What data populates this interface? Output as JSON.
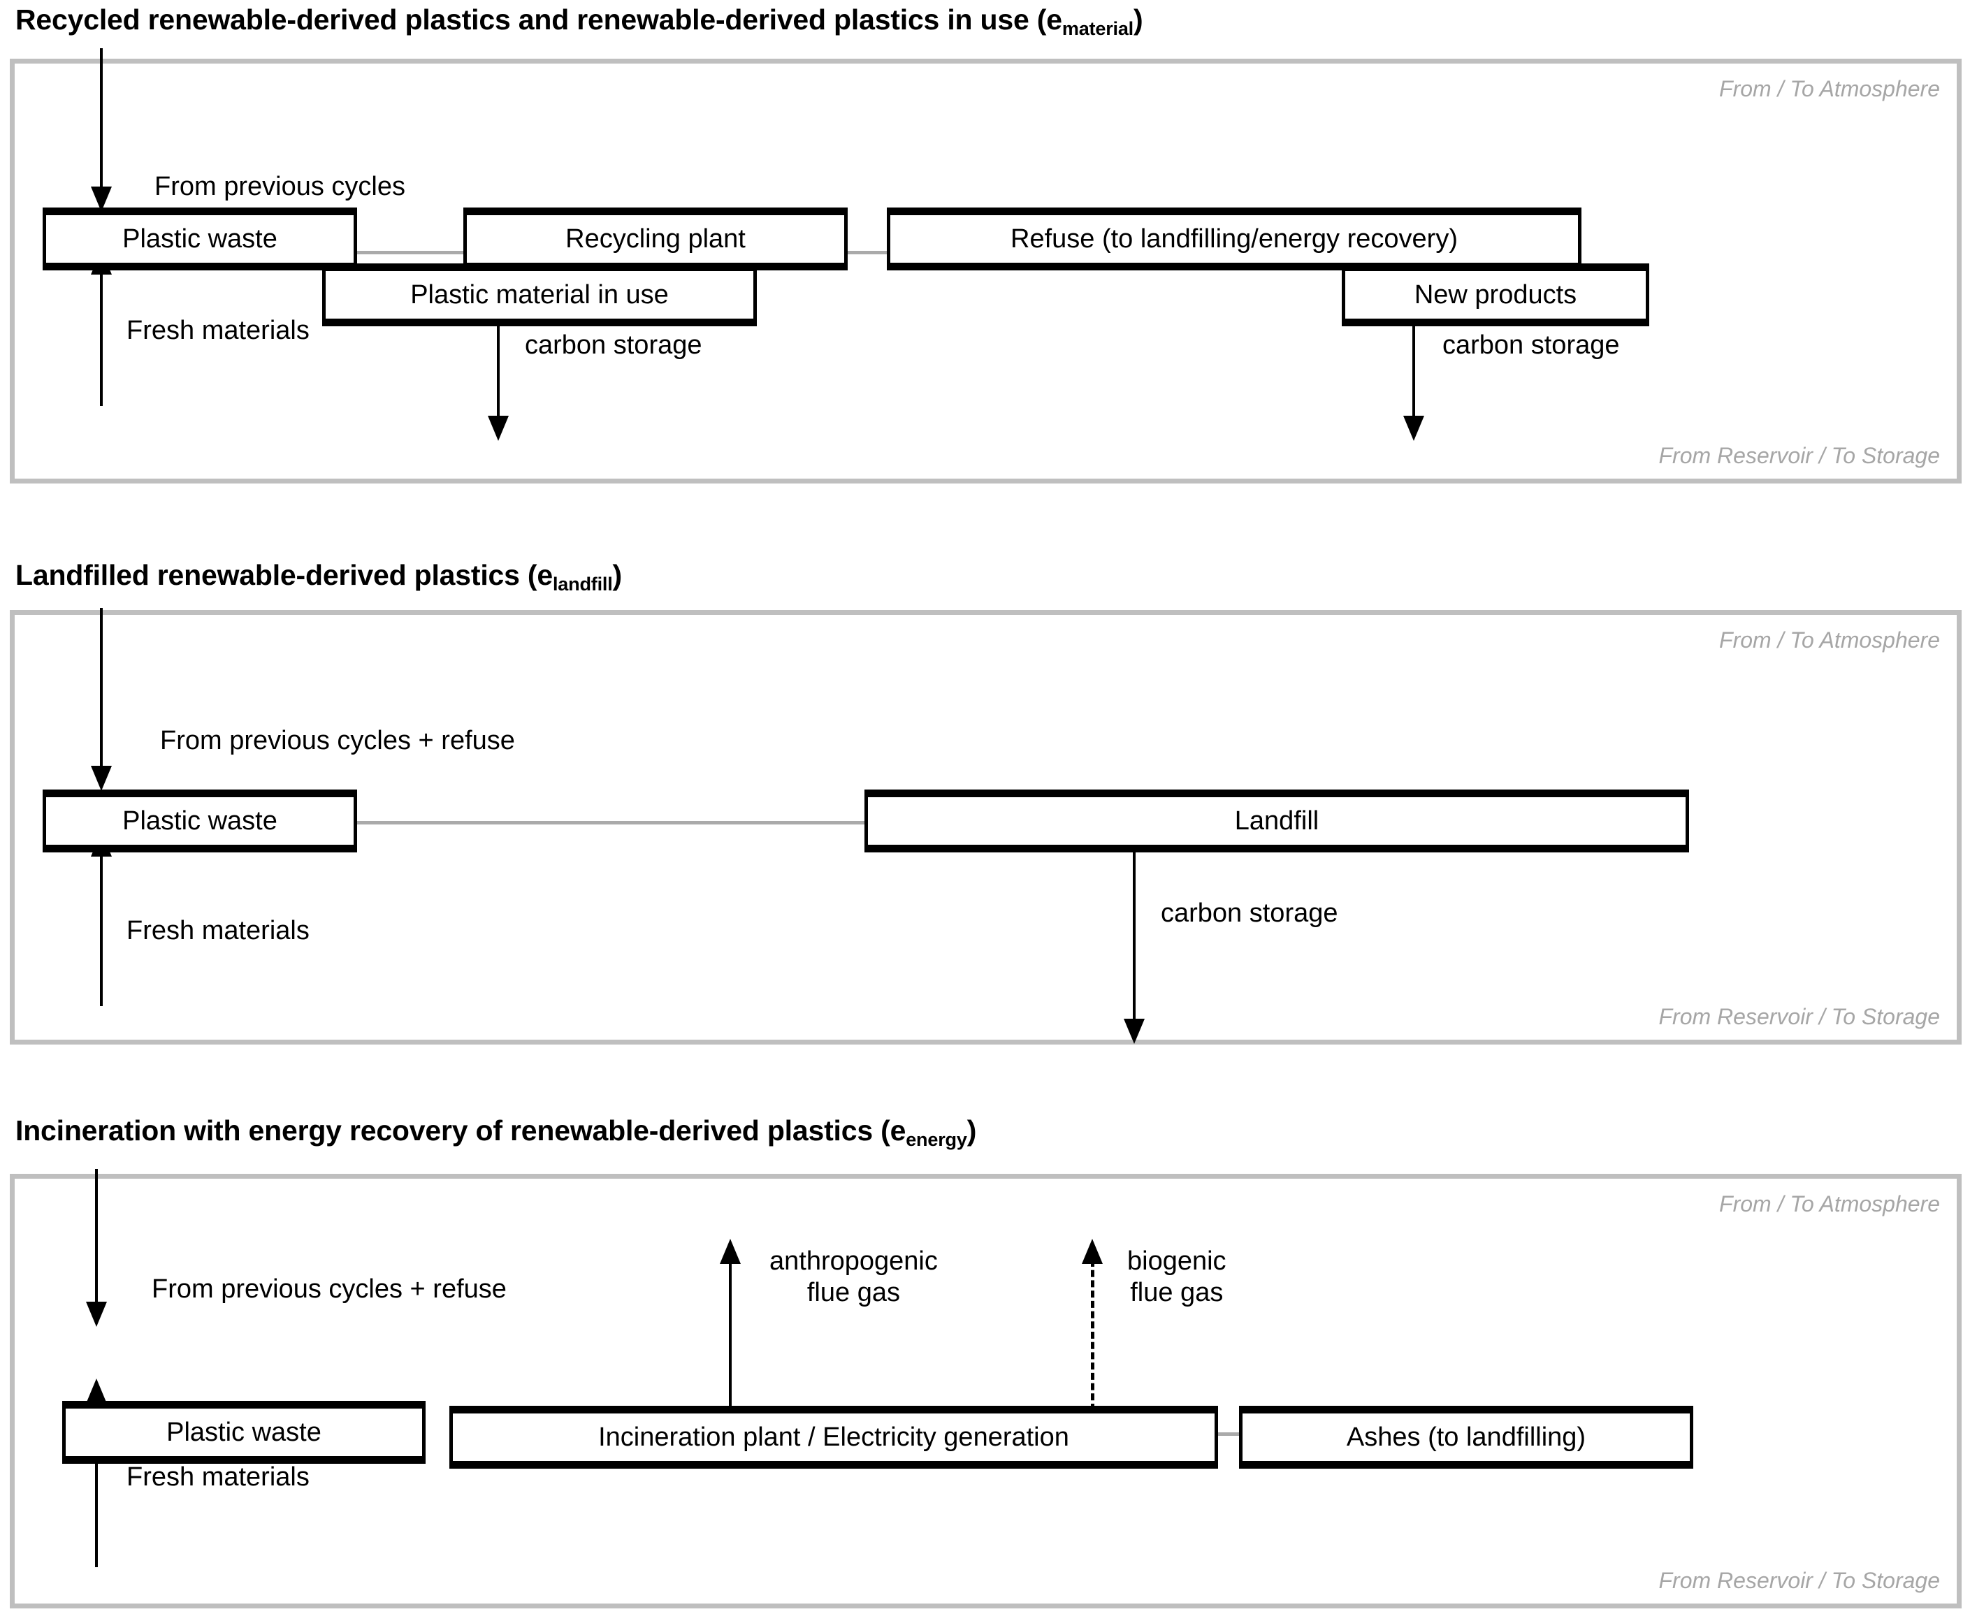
{
  "figure": {
    "caption_style": "three stacked flow-diagram panels"
  },
  "panels": [
    {
      "id": "material",
      "title_main": "Recycled renewable-derived plastics and renewable-derived plastics in use (e",
      "title_sub": "material",
      "title_close": ")",
      "top_right_label": "From / To Atmosphere",
      "bottom_right_label": "From Reservoir / To Storage",
      "boxes": [
        {
          "name": "plastic-waste",
          "label": "Plastic waste"
        },
        {
          "name": "recycling-plant",
          "label": "Recycling plant"
        },
        {
          "name": "refuse",
          "label": "Refuse (to landfilling/energy recovery)"
        },
        {
          "name": "plastic-material-in-use",
          "label": "Plastic material in use"
        },
        {
          "name": "new-products",
          "label": "New products"
        }
      ],
      "labels": {
        "inflow_top": "From previous cycles",
        "inflow_bottom": "Fresh materials",
        "carbon_storage_left": "carbon  storage",
        "carbon_storage_right": "carbon storage"
      }
    },
    {
      "id": "landfill",
      "title_main": "Landfilled renewable-derived plastics (e",
      "title_sub": "landfill",
      "title_close": ")",
      "top_right_label": "From / To Atmosphere",
      "bottom_right_label": "From Reservoir / To Storage",
      "boxes": [
        {
          "name": "plastic-waste",
          "label": "Plastic waste"
        },
        {
          "name": "landfill",
          "label": "Landfill"
        }
      ],
      "labels": {
        "inflow_top": "From previous cycles + refuse",
        "inflow_bottom": "Fresh materials",
        "carbon_storage": "carbon  storage"
      }
    },
    {
      "id": "energy",
      "title_main": "Incineration with energy recovery of renewable-derived plastics (e",
      "title_sub": "energy",
      "title_close": ")",
      "top_right_label": "From / To Atmosphere",
      "bottom_right_label": "From Reservoir / To Storage",
      "boxes": [
        {
          "name": "plastic-waste",
          "label": "Plastic waste"
        },
        {
          "name": "incineration-plant",
          "label": "Incineration plant / Electricity generation"
        },
        {
          "name": "ashes",
          "label": "Ashes (to landfilling)"
        }
      ],
      "labels": {
        "inflow_top": "From previous cycles + refuse",
        "inflow_bottom": "Fresh materials",
        "anthropogenic_flue_gas": "anthropogenic\nflue gas",
        "biogenic_flue_gas": "biogenic\nflue gas"
      }
    }
  ],
  "colors": {
    "panel_border": "#bfbfbf",
    "corner_label": "#a6a6a6",
    "connector": "#aaaaaa",
    "ink": "#000000",
    "background": "#ffffff"
  }
}
